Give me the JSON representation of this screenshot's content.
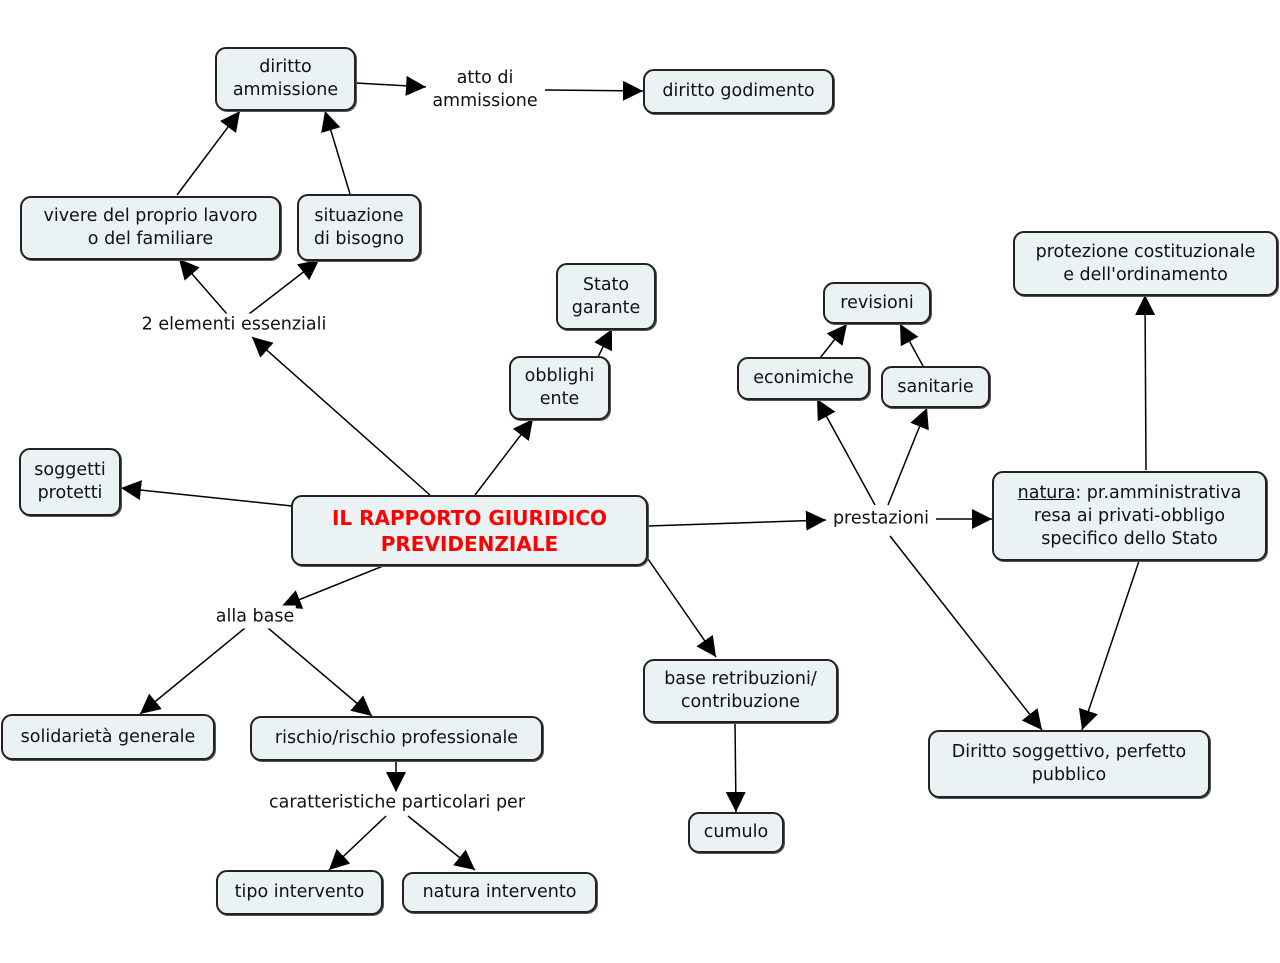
{
  "title": "IL RAPPORTO GIURIDICO PREVIDENZIALE",
  "colors": {
    "root_text": "#ff0000",
    "node_fill": "#ebf2f4",
    "node_border": "#222222",
    "line": "#000000"
  },
  "nodes": {
    "root": "IL RAPPORTO GIURIDICO\nPREVIDENZIALE",
    "diritto_ammissione": "diritto\nammissione",
    "diritto_godimento": "diritto godimento",
    "vivere": "vivere del proprio lavoro\no del familiare",
    "situazione": "situazione\ndi bisogno",
    "stato_garante": "Stato\ngarante",
    "obblighi_ente": "obblighi\nente",
    "soggetti_protetti": "soggetti\nprotetti",
    "revisioni": "revisioni",
    "econimiche": "econimiche",
    "sanitarie": "sanitarie",
    "protezione": "protezione costituzionale\ne dell'ordinamento",
    "natura_label": "natura",
    "natura_rest": ": pr.amministrativa\nresa ai privati-obbligo\nspecifico dello Stato",
    "diritto_soggettivo": "Diritto soggettivo, perfetto\npubblico",
    "base_retribuzioni": "base retribuzioni/\ncontribuzione",
    "cumulo": "cumulo",
    "solidarieta": "solidarietà generale",
    "rischio": "rischio/rischio professionale",
    "tipo_intervento": "tipo intervento",
    "natura_intervento": "natura intervento"
  },
  "phrases": {
    "atto_ammissione": "atto di\nammissione",
    "due_elementi": "2 elementi essenziali",
    "prestazioni": "prestazioni",
    "alla_base": "alla base",
    "caratteristiche": "caratteristiche particolari per"
  }
}
